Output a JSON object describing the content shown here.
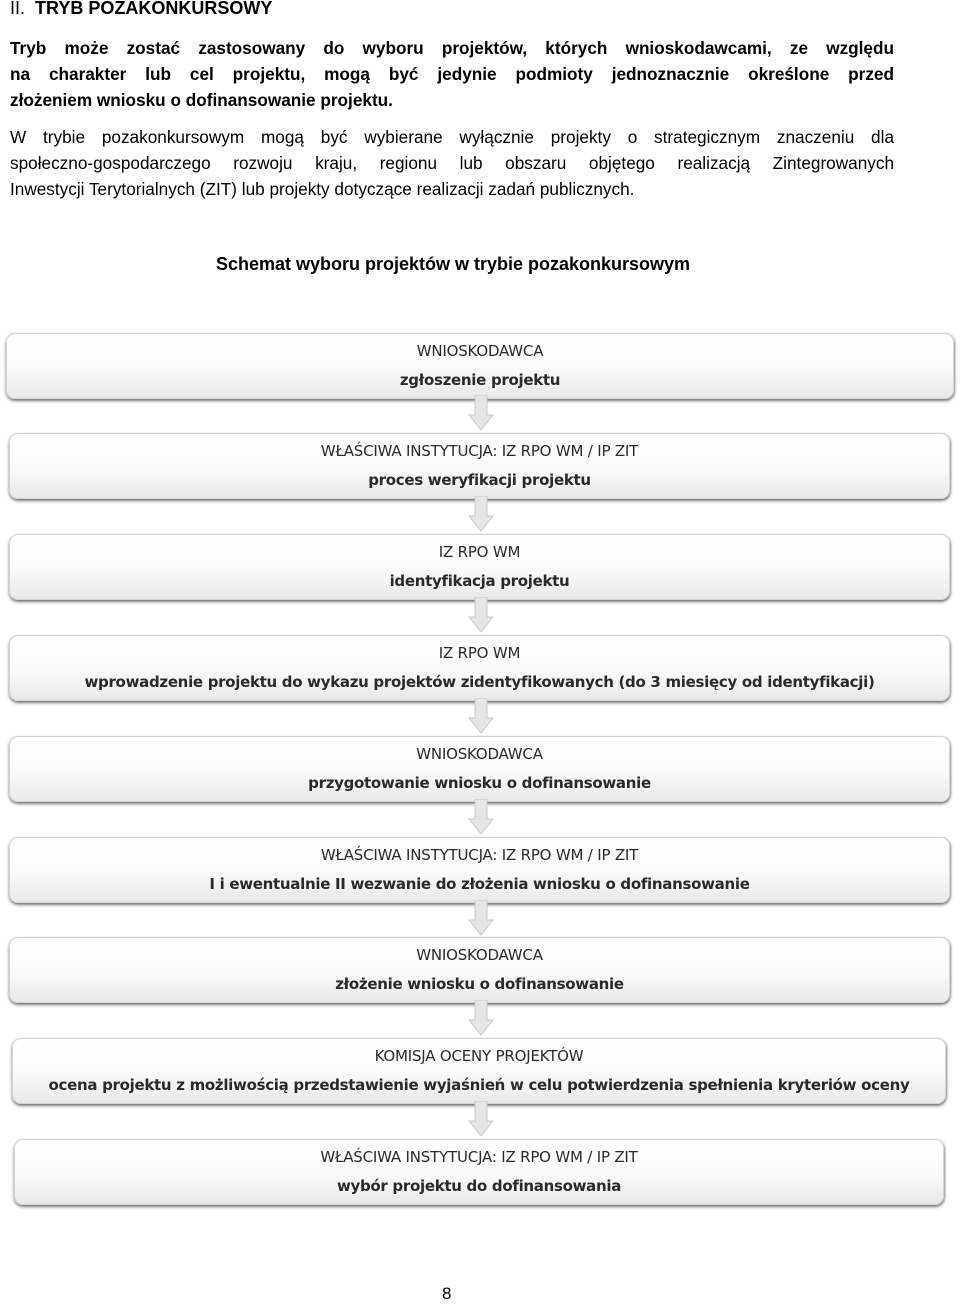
{
  "heading": {
    "number": "II.",
    "title": "TRYB POZAKONKURSOWY"
  },
  "intro_bold_lines": [
    "Tryb może zostać zastosowany do wyboru projektów, których wnioskodawcami, ze względu",
    "na charakter lub cel projektu, mogą być jedynie podmioty jednoznacznie określone przed",
    "złożeniem wniosku o dofinansowanie projektu."
  ],
  "intro_regular_lines": [
    "W trybie pozakonkursowym mogą być wybierane wyłącznie projekty o strategicznym znaczeniu dla",
    "społeczno-gospodarczego rozwoju kraju, regionu lub obszaru objętego realizacją Zintegrowanych",
    "Inwestycji Terytorialnych (ZIT) lub projekty dotyczące realizacji zadań publicznych."
  ],
  "schema_title": "Schemat wyboru projektów w trybie pozakonkursowym",
  "flow_steps": [
    {
      "role": "WNIOSKODAWCA",
      "action": "zgłoszenie projektu"
    },
    {
      "role": "WŁAŚCIWA INSTYTUCJA: IZ  RPO WM / IP ZIT",
      "action": "proces weryfikacji projektu"
    },
    {
      "role": "IZ RPO WM",
      "action": "identyfikacja projektu"
    },
    {
      "role": "IZ RPO WM",
      "action": "wprowadzenie projektu do wykazu projektów zidentyfikowanych (do 3 miesięcy od identyfikacji)"
    },
    {
      "role": "WNIOSKODAWCA",
      "action": "przygotowanie wniosku o dofinansowanie"
    },
    {
      "role": "WŁAŚCIWA INSTYTUCJA: IZ  RPO WM / IP ZIT",
      "action": "I i ewentualnie II wezwanie do złożenia wniosku o dofinansowanie"
    },
    {
      "role": "WNIOSKODAWCA",
      "action": "złożenie wniosku o dofinansowanie"
    },
    {
      "role": "KOMISJA OCENY PROJEKTÓW",
      "action": "ocena projektu  z  możliwością przedstawienie wyjaśnień w celu potwierdzenia spełnienia kryteriów oceny"
    },
    {
      "role": "WŁAŚCIWA INSTYTUCJA: IZ  RPO WM / IP ZIT",
      "action": "wybór projektu do dofinansowania"
    }
  ],
  "page_number": "8",
  "colors": {
    "box_text": "#2a2a2a",
    "arrow_fill": "#e6e6e6",
    "arrow_stroke": "#c8c8c8"
  }
}
